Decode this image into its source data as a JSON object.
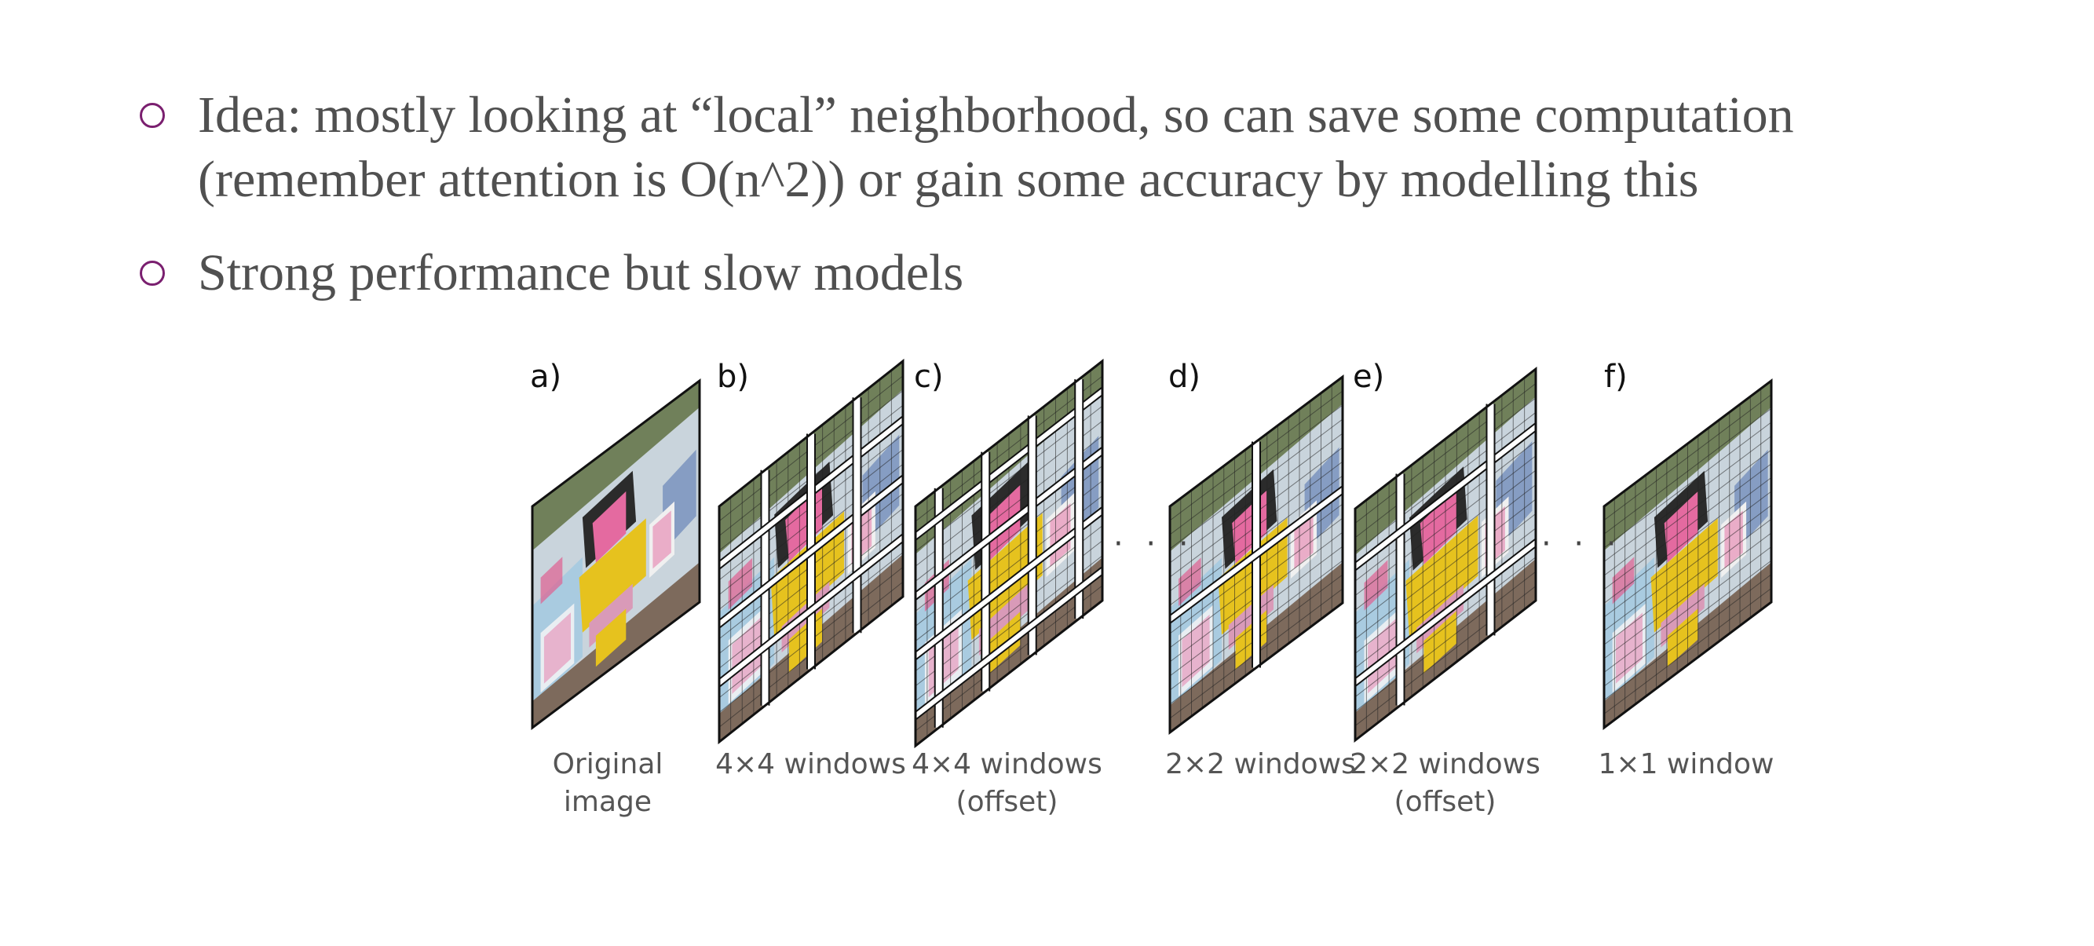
{
  "bullets": [
    {
      "line1": "Idea: mostly looking at “local” neighborhood, so can save some computation",
      "line2": "(remember attention is O(n^2)) or gain some accuracy by modelling this"
    },
    {
      "line1": "Strong performance but slow models"
    }
  ],
  "figure": {
    "panels": [
      {
        "letter": "a)",
        "caption_line1": "Original",
        "caption_line2": "image",
        "windows": 1,
        "offset": false,
        "fine_grid": false
      },
      {
        "letter": "b)",
        "caption_line1": "4×4 windows",
        "caption_line2": "",
        "windows": 4,
        "offset": false,
        "fine_grid": true
      },
      {
        "letter": "c)",
        "caption_line1": "4×4 windows",
        "caption_line2": "(offset)",
        "windows": 4,
        "offset": true,
        "fine_grid": true
      },
      {
        "letter": "d)",
        "caption_line1": "2×2 windows",
        "caption_line2": "",
        "windows": 2,
        "offset": false,
        "fine_grid": true
      },
      {
        "letter": "e)",
        "caption_line1": "2×2 windows",
        "caption_line2": "(offset)",
        "windows": 2,
        "offset": true,
        "fine_grid": true
      },
      {
        "letter": "f)",
        "caption_line1": "1×1 window",
        "caption_line2": "",
        "windows": 1,
        "offset": false,
        "fine_grid": true
      }
    ],
    "ellipsis": "· · ·"
  },
  "colors": {
    "bullet_marker": "#7a1f6f",
    "text": "#505050",
    "wall": "#c9d4dc",
    "figure_yellow": "#e6c21e",
    "figure_pink": "#e46aa0",
    "hair": "#2b2b2b"
  }
}
